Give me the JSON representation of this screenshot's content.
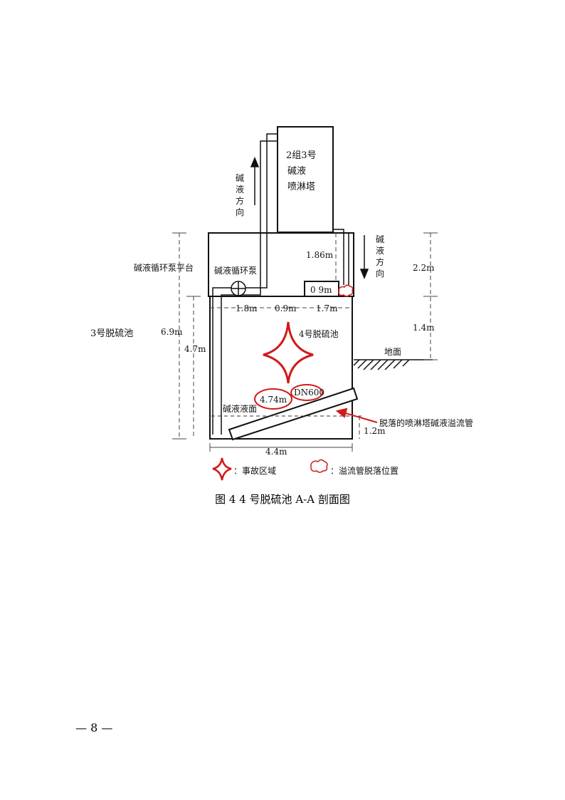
{
  "labels": {
    "tower": [
      "2组3号",
      "碱液",
      "喷淋塔"
    ],
    "flow_dir_up": [
      "碱",
      "液",
      "方",
      "向"
    ],
    "flow_dir_down": [
      "碱",
      "液",
      "方",
      "向"
    ],
    "pump_platform": "碱液循环泵平台",
    "pump": "碱液循环泵",
    "tank3": "3号脱硫池",
    "tank4": "4号脱硫池",
    "ground": "地面",
    "liquid_level": "碱液液面",
    "fallen_pipe": "脱落的喷淋塔碱液溢流管",
    "pipe_size": "DN600"
  },
  "dimensions": {
    "h_186": "1.86m",
    "h_22": "2.2m",
    "h_14": "1.4m",
    "h_69": "6.9m",
    "h_47": "4.7m",
    "w_18": "1.8m",
    "w_09": "0.9m",
    "w_17": "1.7m",
    "w_09_small": "0 9m",
    "h_474": "4.74m",
    "h_12": "1.2m",
    "w_44": "4.4m"
  },
  "legend": {
    "accident_area": "：事故区域",
    "pipe_detach": "：溢流管脱落位置"
  },
  "colors": {
    "accent_red": "#d11a1a",
    "line": "#111111"
  },
  "caption": "图 4 4 号脱硫池 A-A 剖面图",
  "page_number": "— 8 —"
}
